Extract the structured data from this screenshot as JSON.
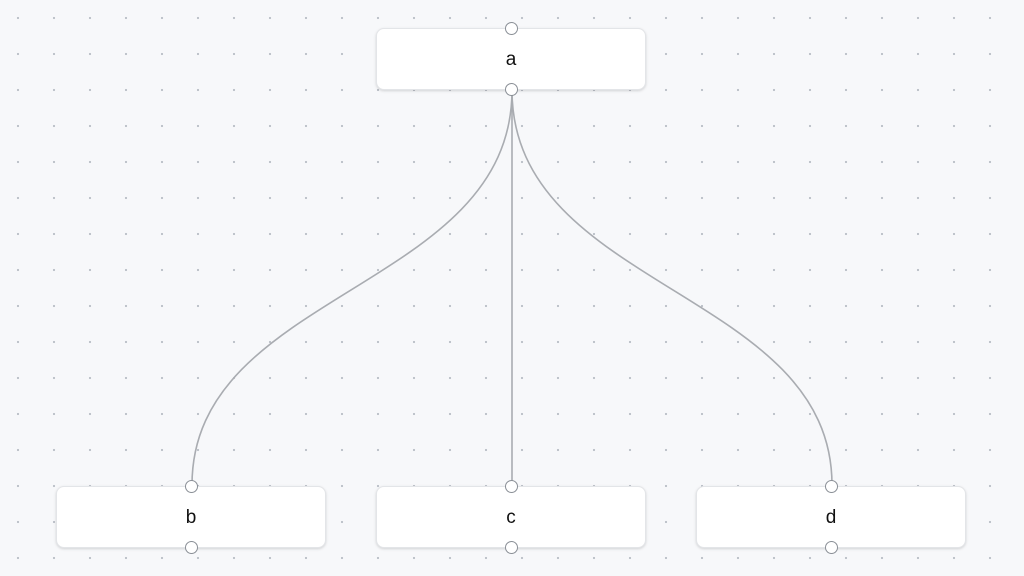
{
  "diagram": {
    "nodes": [
      {
        "id": "a",
        "label": "a"
      },
      {
        "id": "b",
        "label": "b"
      },
      {
        "id": "c",
        "label": "c"
      },
      {
        "id": "d",
        "label": "d"
      }
    ],
    "edges": [
      {
        "from": "a",
        "to": "b"
      },
      {
        "from": "a",
        "to": "c"
      },
      {
        "from": "a",
        "to": "d"
      }
    ]
  },
  "colors": {
    "background": "#f7f8fa",
    "grid_dot": "#b9bec6",
    "node_fill": "#ffffff",
    "edge_stroke": "#a9acb1",
    "handle_stroke": "#8a8f96"
  }
}
